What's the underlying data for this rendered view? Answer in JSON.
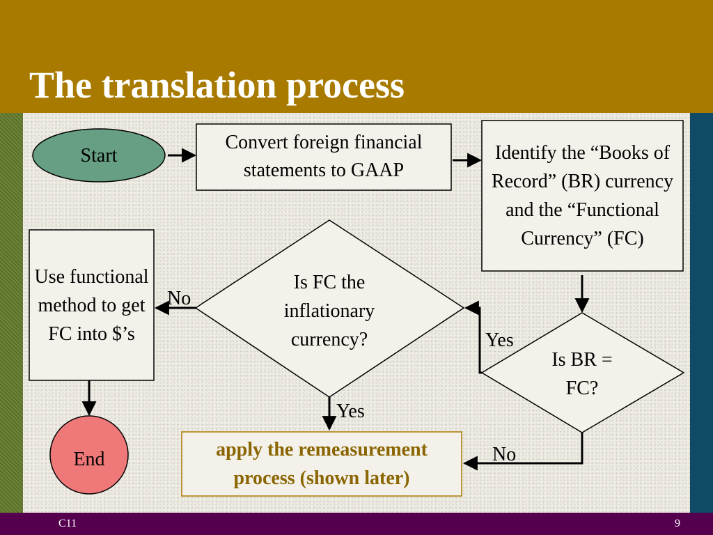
{
  "slide": {
    "title": "The translation process",
    "footer_left": "C11",
    "page_number": "9"
  },
  "colors": {
    "header": "#a87b00",
    "footer": "#55004f",
    "start_node": "#669f84",
    "end_node": "#ef7878",
    "remeasure_text": "#8a6500"
  },
  "flowchart": {
    "nodes": {
      "start": "Start",
      "convert": "Convert foreign financial statements to GAAP",
      "identify": "Identify the “Books of Record” (BR) currency and the “Functional Currency” (FC)",
      "is_br_fc": "Is BR = FC?",
      "is_fc_inflationary": "Is FC the inflationary currency?",
      "use_functional": "Use functional method to get FC into $’s",
      "end": "End",
      "remeasure": "apply the remeasurement process (shown later)"
    },
    "edge_labels": {
      "br_fc_yes": "Yes",
      "br_fc_no": "No",
      "fc_inflationary_yes": "Yes",
      "fc_inflationary_no": "No"
    }
  }
}
